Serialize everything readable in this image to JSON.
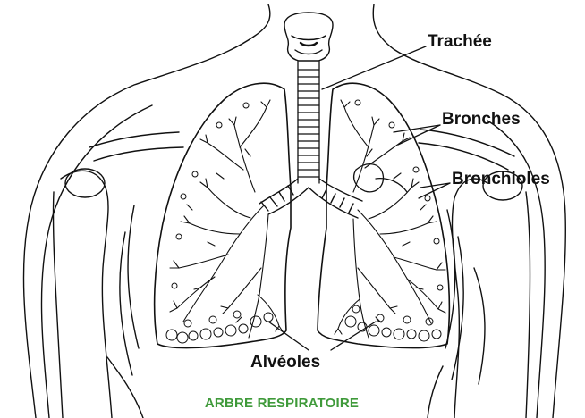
{
  "labels": {
    "trachee": "Trachée",
    "bronches": "Bronches",
    "bronchioles": "Bronchioles",
    "alveoles": "Alvéoles"
  },
  "caption": "ARBRE RESPIRATOIRE",
  "colors": {
    "ink": "#111111",
    "caption": "#3f9a3a",
    "background": "#ffffff"
  }
}
